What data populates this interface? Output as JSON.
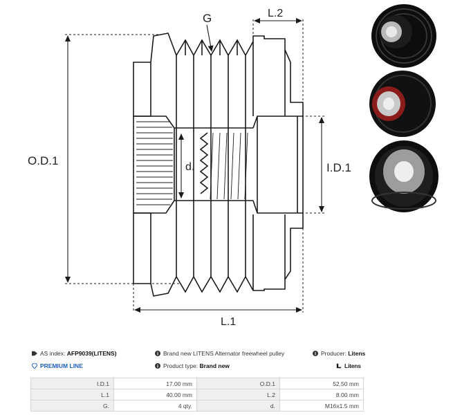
{
  "diagram": {
    "labels": {
      "groove": "G",
      "length2": "L.2",
      "outer_diameter": "O.D.1",
      "inner_thread": "d.",
      "inner_diameter": "I.D.1",
      "length1": "L.1"
    }
  },
  "info": {
    "as_index_label": "AS index:",
    "as_index_value": "AFP9039(LITENS)",
    "description": "Brand new LITENS Alternator freewheel pulley",
    "producer_label": "Producer:",
    "producer_value": "Litens",
    "premium_line": "PREMIUM LINE",
    "product_type_label": "Product type:",
    "product_type_value": "Brand new",
    "brand_logo": "Litens"
  },
  "specs": [
    {
      "label_a": "I.D.1",
      "value_a": "17.00 mm",
      "label_b": "O.D.1",
      "value_b": "52.50 mm"
    },
    {
      "label_a": "L.1",
      "value_a": "40.00 mm",
      "label_b": "L.2",
      "value_b": "8.00 mm"
    },
    {
      "label_a": "G.",
      "value_a": "4 qty.",
      "label_b": "d.",
      "value_b": "M16x1.5 mm"
    }
  ],
  "colors": {
    "line": "#1a1a1a",
    "premium_blue": "#1f5fbf",
    "table_label_bg": "#efefef",
    "table_border": "#d6d6d6"
  }
}
